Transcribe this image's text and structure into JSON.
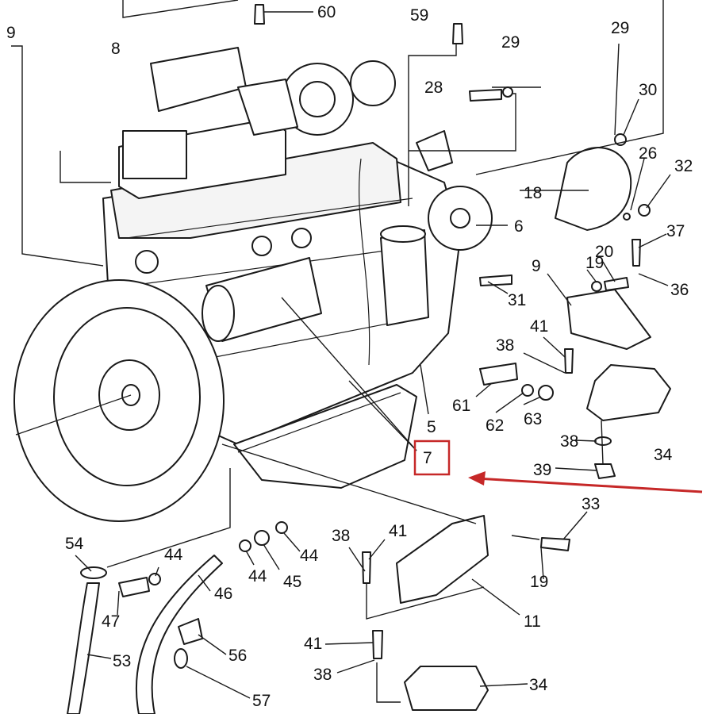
{
  "colors": {
    "line": "#1a1a1a",
    "highlight": "#c62828",
    "background": "#ffffff"
  },
  "labels": {
    "l60": "60",
    "l59": "59",
    "l9a": "9",
    "l8": "8",
    "l29a": "29",
    "l29b": "29",
    "l28": "28",
    "l30": "30",
    "l26": "26",
    "l32": "32",
    "l18": "18",
    "l6": "6",
    "l37": "37",
    "l9b": "9",
    "l19a": "19",
    "l20": "20",
    "l36": "36",
    "l31": "31",
    "l41a": "41",
    "l38a": "38",
    "l61": "61",
    "l62": "62",
    "l63": "63",
    "l5": "5",
    "l7": "7",
    "l34a": "34",
    "l38b": "38",
    "l39": "39",
    "l33": "33",
    "l54": "54",
    "l44a": "44",
    "l44b": "44",
    "l44c": "44",
    "l45": "45",
    "l38c": "38",
    "l41b": "41",
    "l47": "47",
    "l46": "46",
    "l19b": "19",
    "l11": "11",
    "l53": "53",
    "l56": "56",
    "l41c": "41",
    "l38d": "38",
    "l34b": "34",
    "l57": "57"
  }
}
